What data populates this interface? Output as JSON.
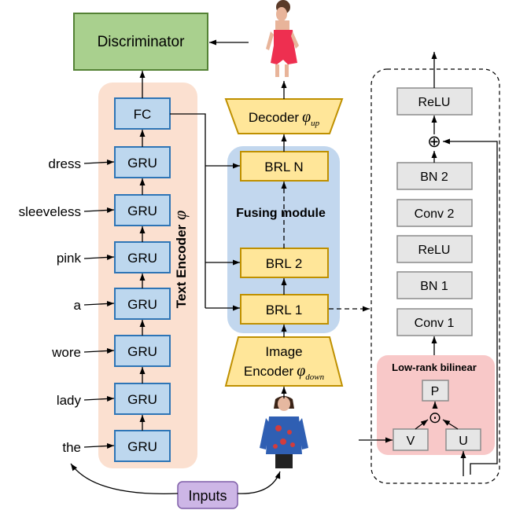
{
  "discriminator": {
    "label": "Discriminator"
  },
  "text_encoder": {
    "label": "Text Encoder",
    "symbol": "φ",
    "fc_label": "FC",
    "gru_label": "GRU",
    "words": [
      "dress",
      "sleeveless",
      "pink",
      "a",
      "wore",
      "lady",
      "the"
    ]
  },
  "decoder": {
    "label": "Decoder",
    "symbol": "φ",
    "subscript": "up"
  },
  "fusing_module": {
    "label": "Fusing module",
    "blocks": [
      "BRL N",
      "BRL 2",
      "BRL 1"
    ]
  },
  "image_encoder": {
    "line1": "Image",
    "line2": "Encoder",
    "symbol": "φ",
    "subscript": "down"
  },
  "inputs": {
    "label": "Inputs"
  },
  "brl_detail": {
    "stack": [
      "ReLU",
      "BN 2",
      "Conv 2",
      "ReLU",
      "BN 1",
      "Conv 1"
    ],
    "add_symbol": "⊕",
    "low_rank": {
      "title": "Low-rank bilinear",
      "p": "P",
      "v": "V",
      "u": "U",
      "hadamard": "⊙"
    }
  },
  "colors": {
    "discriminator_fill": "#a9d08e",
    "discriminator_stroke": "#548235",
    "encoder_bg": "#fbe0d0",
    "block_blue_fill": "#bdd7ee",
    "block_blue_stroke": "#2e75b6",
    "fusing_bg": "#c2d7ee",
    "yellow_fill": "#ffe699",
    "yellow_stroke": "#bf9000",
    "gray_fill": "#e6e6e6",
    "gray_stroke": "#8c8c8c",
    "lowrank_bg": "#f8c8c8",
    "inputs_fill": "#cdb6e6",
    "inputs_stroke": "#7f5fa8"
  },
  "images": {
    "top": "woman-in-pink-dress",
    "bottom": "woman-in-blue-tunic"
  }
}
